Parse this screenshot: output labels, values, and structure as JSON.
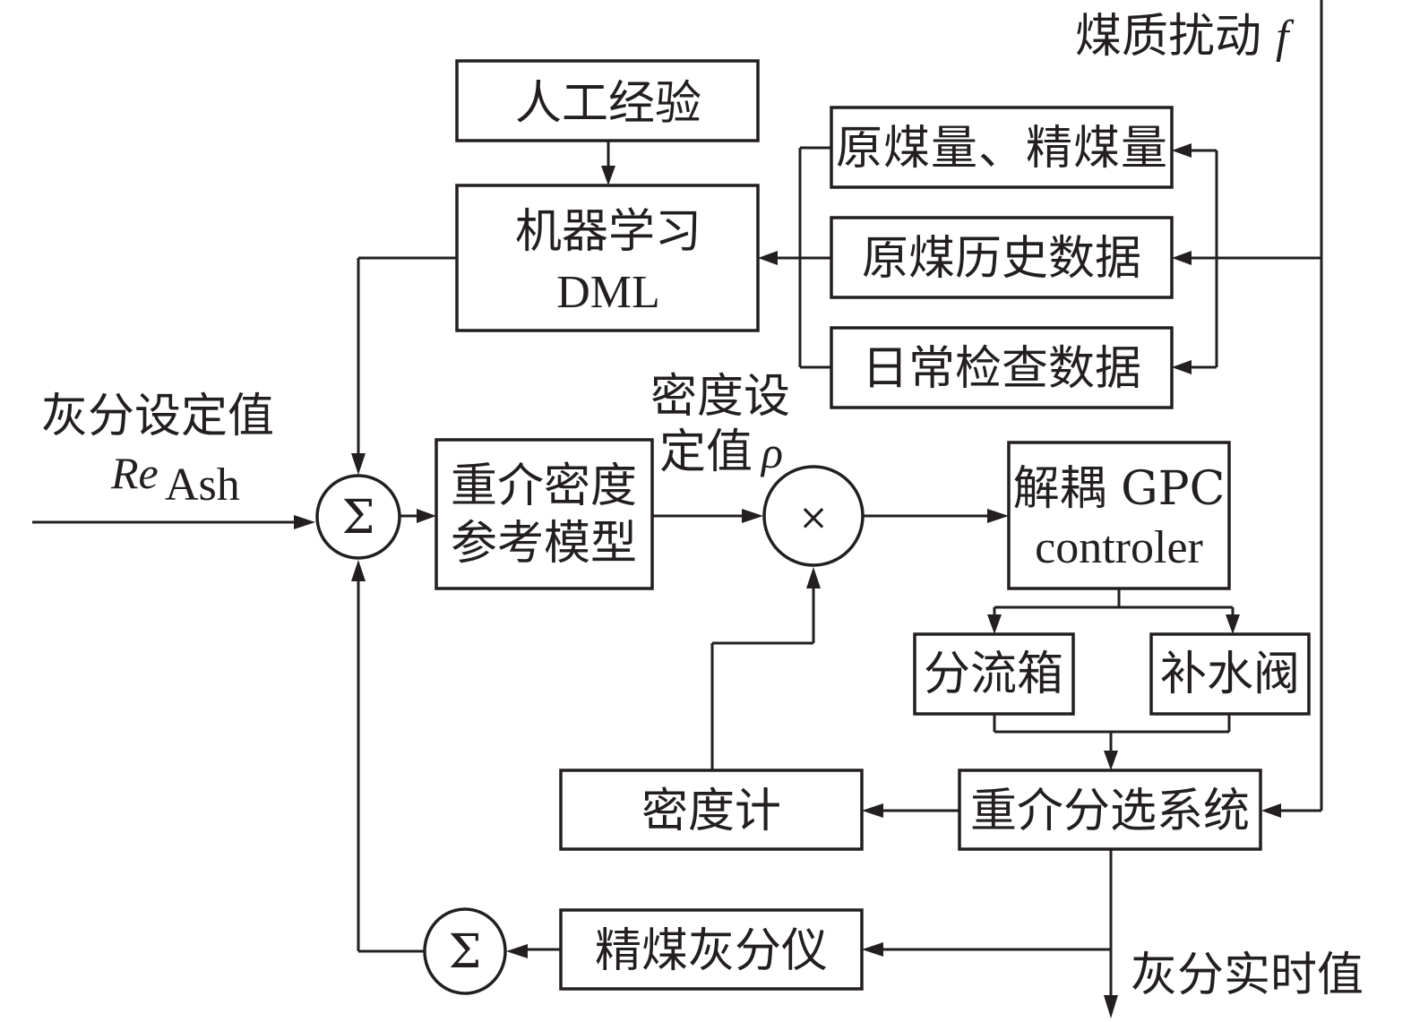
{
  "diagram": {
    "title": "Dense-medium coal separation ash control block diagram",
    "blocks": {
      "manual_experience": "人工经验",
      "machine_learning_line1": "机器学习",
      "machine_learning_line2": "DML",
      "raw_clean_coal_amount": "原煤量、精煤量",
      "raw_coal_history": "原煤历史数据",
      "daily_inspection": "日常检查数据",
      "density_model_line1": "重介密度",
      "density_model_line2": "参考模型",
      "gpc_line1": "解耦 GPC",
      "gpc_line2": "controler",
      "splitter_box": "分流箱",
      "water_valve": "补水阀",
      "separation_system": "重介分选系统",
      "densimeter": "密度计",
      "ash_analyzer": "精煤灰分仪"
    },
    "nodes": {
      "sum_symbol": "Σ",
      "mult_symbol": "×"
    },
    "labels": {
      "disturbance": "煤质扰动",
      "disturbance_var": "f",
      "ash_setpoint": "灰分设定值",
      "ash_setpoint_var": "Re",
      "ash_setpoint_sub": "Ash",
      "density_setpoint_line1": "密度设",
      "density_setpoint_line2": "定值",
      "density_var": "ρ",
      "ash_realtime": "灰分实时值"
    }
  }
}
